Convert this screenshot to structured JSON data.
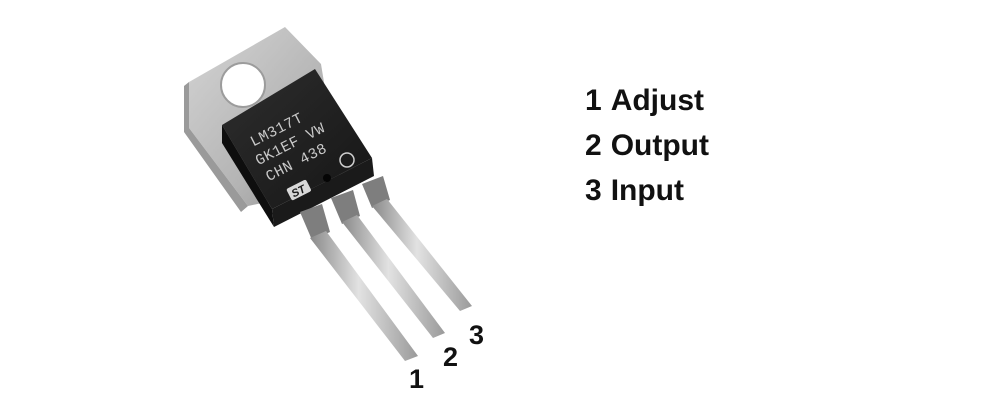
{
  "component": {
    "markings": [
      "LM317T",
      "GK1EF VW",
      "CHN 438"
    ],
    "logo": "ST"
  },
  "pin_numbers": [
    "1",
    "2",
    "3"
  ],
  "pinout": [
    {
      "number": "1",
      "name": "Adjust"
    },
    {
      "number": "2",
      "name": "Output"
    },
    {
      "number": "3",
      "name": "Input"
    }
  ],
  "colors": {
    "body": "#232323",
    "heatsink": "#b8b8b8",
    "leads": "#c4c4c4",
    "text": "#111111"
  }
}
